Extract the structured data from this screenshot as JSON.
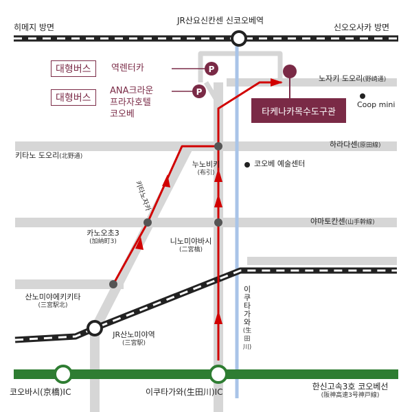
{
  "colors": {
    "route": "#d10000",
    "road": "#d6d6d6",
    "river": "#a9c4e8",
    "highway": "#2e7d32",
    "accent": "#7a2a46",
    "rail": "#222222"
  },
  "rail_top": {
    "left_label": "히메지 방면",
    "station_label": "JR산요신칸센 신코오베역",
    "right_label": "신오오사카 방면"
  },
  "parking": [
    {
      "tag": "대형버스",
      "label": "역렌터카",
      "icon": "P"
    },
    {
      "tag": "대형버스",
      "label_line1": "ANA크라운",
      "label_line2": "프라자호텔",
      "label_line3": "코오베",
      "icon": "P"
    }
  ],
  "museum": {
    "name": "타케나카목수도구관"
  },
  "roads": {
    "nozaki": "노자키 도오리",
    "nozaki_sub": "(野崎通)",
    "kitano": "키타노 도오리",
    "kitano_sub": "(北野通)",
    "harada": "하라다센",
    "harada_sub": "(原田線)",
    "yamate": "야마토칸센",
    "yamate_sub": "(山手幹線)",
    "kitano_slope": "키타노자카"
  },
  "landmarks": {
    "coop": "Coop mini",
    "art_center": "코오베 예술센터"
  },
  "stops": [
    {
      "label": "누노비키",
      "sub": "(布引)"
    },
    {
      "label": "니노미야바시",
      "sub": "(二宮橋)"
    },
    {
      "label": "카노오초3",
      "sub": "(加納町3)"
    },
    {
      "label": "산노미야에키키타",
      "sub": "(三宮駅北)"
    }
  ],
  "river": {
    "label": "이쿠타가와",
    "sub": "(生田川)"
  },
  "sannomiya": {
    "label": "JR산노미야역",
    "sub": "(三宮駅)"
  },
  "highway": {
    "left_ic": "코오바시(京橋)IC",
    "mid_ic": "이쿠타가와(生田川)IC",
    "route": "한신고속3호 코오베선",
    "route_sub": "(阪神高速3号神戸線)"
  }
}
